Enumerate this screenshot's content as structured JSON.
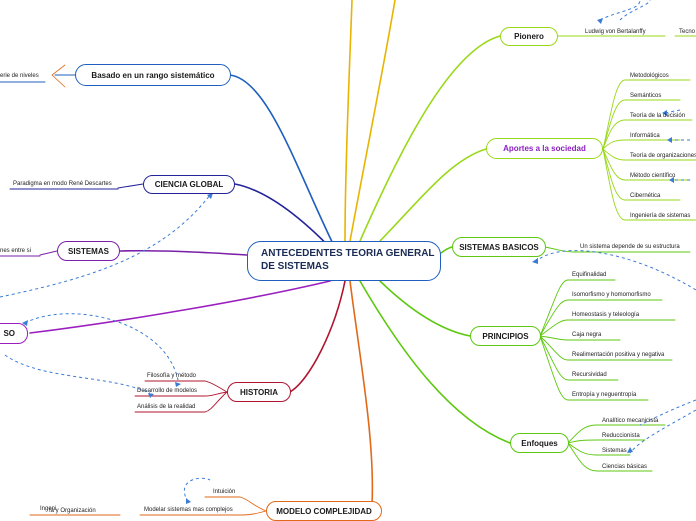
{
  "central": {
    "title": "ANTECEDENTES TEORIA GENERAL DE SISTEMAS"
  },
  "left": {
    "rango": {
      "label": "Basado en un rango sistemático",
      "leaf": "erie de niveles"
    },
    "ciencia": {
      "label": "CIENCIA GLOBAL",
      "leaf": "Paradigma en modo René Descartes"
    },
    "sistemas": {
      "label": "SISTEMAS",
      "leaf": "nes entre si"
    },
    "uso": {
      "label": "SO"
    },
    "historia": {
      "label": "HISTORIA",
      "leaves": [
        "Filosofía y método",
        "Desarrollo de modelos",
        "Análisis de la realidad"
      ]
    },
    "complejidad": {
      "label": "MODELO COMPLEJIDAD",
      "leaves": [
        "Intuición",
        "Modelar sistemas mas complejos",
        "ía y Organización"
      ],
      "partial": "Ingeni"
    }
  },
  "right": {
    "pionero": {
      "label": "Pionero",
      "leaf": "Ludwig von Bertalanffy",
      "leaf2": "Tecno"
    },
    "aportes": {
      "label": "Aportes a la sociedad",
      "leaves": [
        "Metodológicos",
        "Semánticos",
        "Teoría de la decisión",
        "Informática",
        "Teoría de organizaciones",
        "Método científico",
        "Cibernética",
        "Ingeniería de sistemas"
      ]
    },
    "basicos": {
      "label": "SISTEMAS BASICOS",
      "leaf": "Un sistema depende de su estructura"
    },
    "principios": {
      "label": "PRINCIPIOS",
      "leaves": [
        "Equifinalidad",
        "Isomorfismo y homomorfismo",
        "Homeostasis y teleología",
        "Caja negra",
        "Realimentación positiva y negativa",
        "Recursividad",
        "Entropía y neguentropía"
      ]
    },
    "enfoques": {
      "label": "Enfoques",
      "leaves": [
        "Analítico mecanicista",
        "Reduccionista",
        "Sistemas",
        "Ciencias básicas"
      ]
    }
  },
  "colors": {
    "blue": "#1f5fbf",
    "navy": "#23239a",
    "purple": "#7a1fa8",
    "magenta": "#9b1fbf",
    "crimson": "#b0142e",
    "orange": "#e06a1a",
    "yellow": "#e8b400",
    "green": "#5cc80f",
    "lime": "#9ad81a",
    "dashed": "#3a7bd5"
  }
}
